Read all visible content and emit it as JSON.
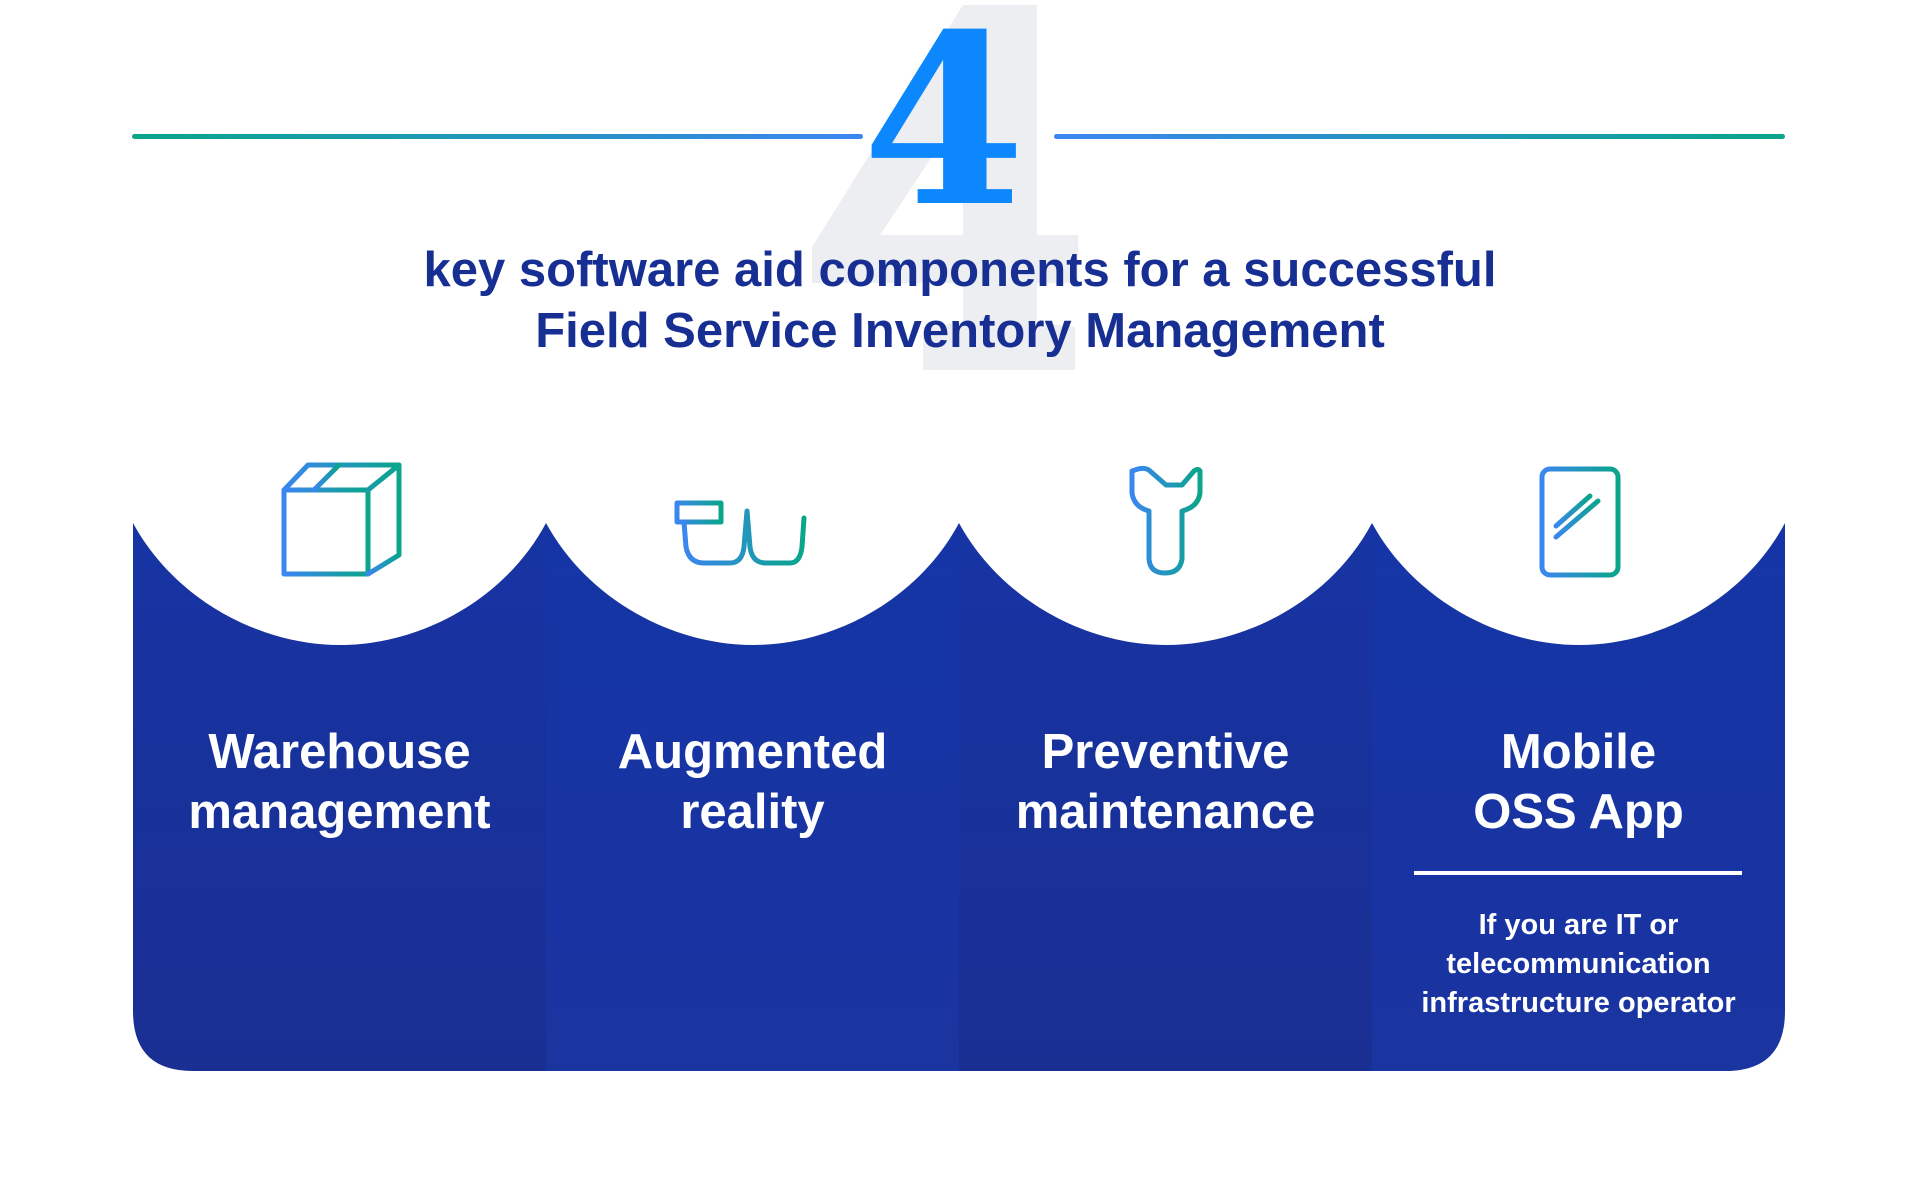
{
  "header": {
    "number": "4",
    "headline_line1": "key software aid components for a successful",
    "headline_line2": "Field Service Inventory Management"
  },
  "components": [
    {
      "title_line1": "Warehouse",
      "title_line2": "management",
      "icon": "box-icon"
    },
    {
      "title_line1": "Augmented",
      "title_line2": "reality",
      "icon": "smart-glasses-icon"
    },
    {
      "title_line1": "Preventive",
      "title_line2": "maintenance",
      "icon": "wrench-icon"
    },
    {
      "title_line1": "Mobile",
      "title_line2": "OSS App",
      "icon": "smartphone-icon",
      "note_line1": "If you are IT or",
      "note_line2": "telecommunication",
      "note_line3": "infrastructure operator"
    }
  ],
  "colors": {
    "accent_blue": "#0d87fd",
    "navy": "#172f93",
    "panel": "#1634a3",
    "teal": "#0aa58a"
  }
}
